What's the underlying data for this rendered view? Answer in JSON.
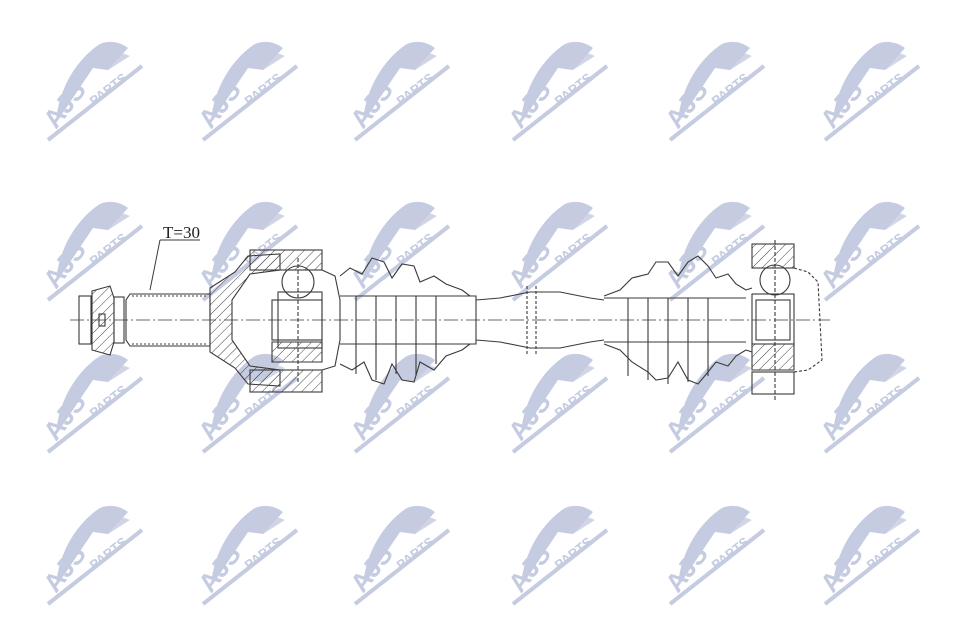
{
  "diagram": {
    "subject": "drive-shaft-cross-section",
    "annotation_label": "T=30",
    "line_color": "#3a3a3a",
    "background": "#ffffff"
  },
  "watermark": {
    "brand_main": "AJS",
    "brand_sub": "PARTS",
    "color": "#c5cbe0",
    "columns_x": [
      38,
      193,
      345,
      503,
      660,
      815
    ],
    "rows_y": [
      28,
      188,
      340,
      492
    ]
  }
}
